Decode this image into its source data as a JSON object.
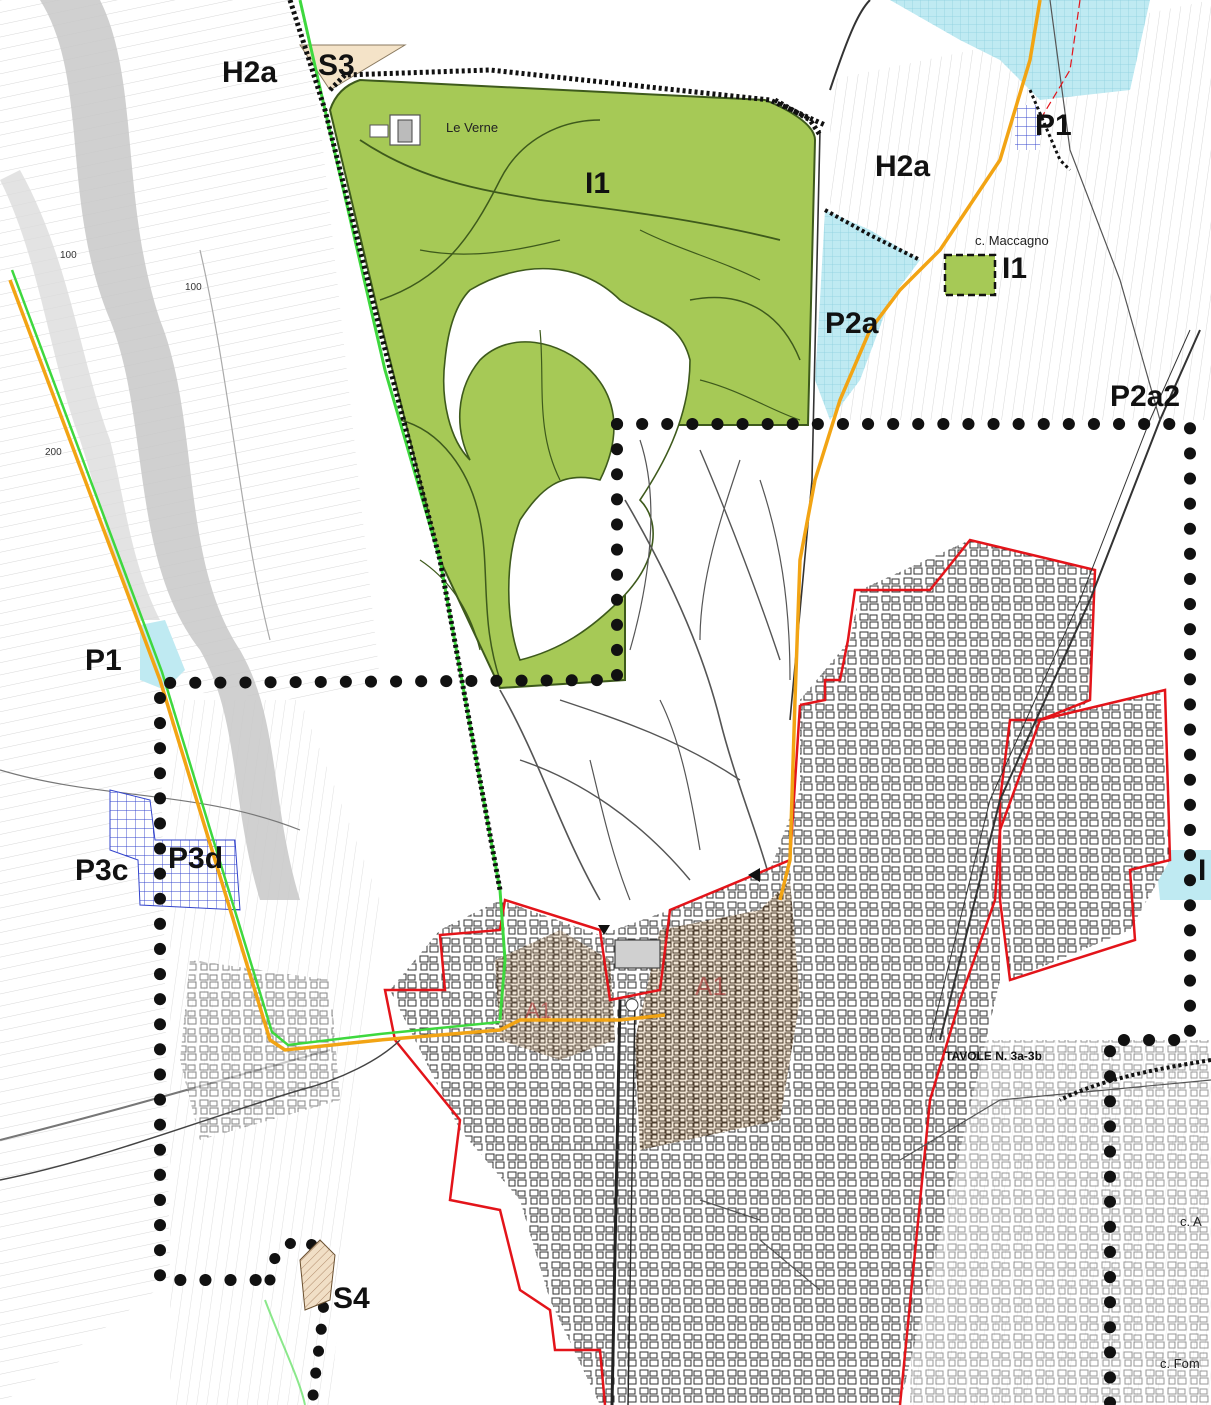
{
  "colors": {
    "park_green": "#a6c956",
    "park_green_dark": "#3e5a1c",
    "cyan_zone": "#bfeaf2",
    "blue_hatch": "#3344cc",
    "beige": "#f4e3c8",
    "urban_red": "#e3141a",
    "orange_route": "#f2a414",
    "green_route": "#3ed83e",
    "river_grey": "#c8c8c8",
    "dots_black": "#111111",
    "historic_brown": "#e8d2b8"
  },
  "labels": {
    "h2a_west": "H2a",
    "s3": "S3",
    "le_verne": "Le Verne",
    "i1_park": "I1",
    "p1_north": "P1",
    "h2a_east": "H2a",
    "c_maccagno": "c. Maccagno",
    "i1_small": "I1",
    "p2a": "P2a",
    "p2a2": "P2a2",
    "contour_100_a": "100",
    "contour_100_b": "100",
    "contour_200": "200",
    "p1_west": "P1",
    "p3c": "P3c",
    "p3d": "P3d",
    "tavole": "TAVOLE N. 3a-3b",
    "s4": "S4",
    "c_a": "c. A",
    "c_fom": "c. Fom",
    "i_right": "I",
    "a1_historic": "A1",
    "a1_west": "A1"
  },
  "icons": {
    "villa": "villa-building-icon",
    "arrow": "direction-arrow-icon"
  }
}
